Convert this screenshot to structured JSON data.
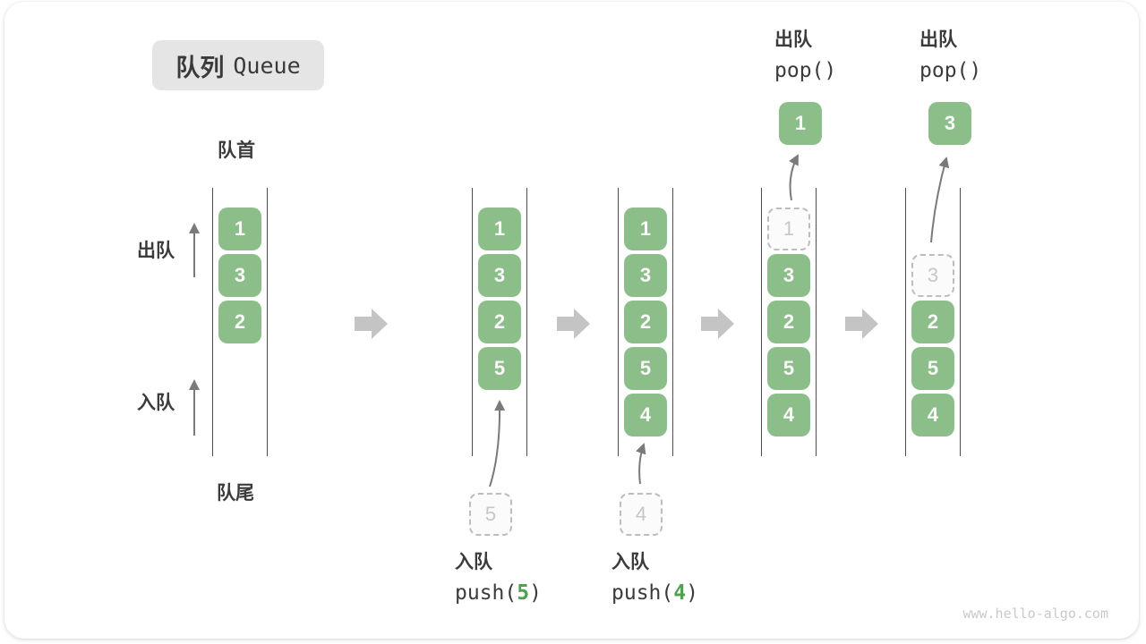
{
  "title": {
    "zh": "队列",
    "en": "Queue"
  },
  "labels": {
    "front": "队首",
    "rear": "队尾",
    "dequeue": "出队",
    "enqueue": "入队"
  },
  "watermark": "www.hello-algo.com",
  "colors": {
    "cell_green": "#8CBE8A",
    "arg_green": "#4FA04F",
    "block_arrow_gray": "#C4C4C4",
    "thin_arrow_gray": "#7A7A7A",
    "dashed_border_gray": "#BDBDBD",
    "text_dark": "#3B3B3B",
    "title_bg": "#E5E5E5",
    "watermark_gray": "#C9C9C9"
  },
  "states": [
    {
      "name": "initial",
      "cells": [
        {
          "slot": 1,
          "value": "1",
          "variant": "solid"
        },
        {
          "slot": 2,
          "value": "3",
          "variant": "solid"
        },
        {
          "slot": 3,
          "value": "2",
          "variant": "solid"
        }
      ]
    },
    {
      "name": "after-push-5",
      "cells": [
        {
          "slot": 1,
          "value": "1",
          "variant": "solid"
        },
        {
          "slot": 2,
          "value": "3",
          "variant": "solid"
        },
        {
          "slot": 3,
          "value": "2",
          "variant": "solid"
        },
        {
          "slot": 4,
          "value": "5",
          "variant": "solid"
        }
      ],
      "staging": {
        "value": "5"
      },
      "op": {
        "zh": "入队",
        "fn": "push(",
        "arg": "5",
        "close": ")"
      }
    },
    {
      "name": "after-push-4",
      "cells": [
        {
          "slot": 1,
          "value": "1",
          "variant": "solid"
        },
        {
          "slot": 2,
          "value": "3",
          "variant": "solid"
        },
        {
          "slot": 3,
          "value": "2",
          "variant": "solid"
        },
        {
          "slot": 4,
          "value": "5",
          "variant": "solid"
        },
        {
          "slot": 5,
          "value": "4",
          "variant": "solid"
        }
      ],
      "staging": {
        "value": "4"
      },
      "op": {
        "zh": "入队",
        "fn": "push(",
        "arg": "4",
        "close": ")"
      }
    },
    {
      "name": "after-pop-1",
      "cells": [
        {
          "slot": 1,
          "value": "1",
          "variant": "dashed"
        },
        {
          "slot": 2,
          "value": "3",
          "variant": "solid"
        },
        {
          "slot": 3,
          "value": "2",
          "variant": "solid"
        },
        {
          "slot": 4,
          "value": "5",
          "variant": "solid"
        },
        {
          "slot": 5,
          "value": "4",
          "variant": "solid"
        }
      ],
      "popped": {
        "value": "1"
      },
      "op": {
        "zh": "出队",
        "fn": "pop(",
        "arg": "",
        "close": ")"
      }
    },
    {
      "name": "after-pop-3",
      "cells": [
        {
          "slot": 2,
          "value": "3",
          "variant": "dashed"
        },
        {
          "slot": 3,
          "value": "2",
          "variant": "solid"
        },
        {
          "slot": 4,
          "value": "5",
          "variant": "solid"
        },
        {
          "slot": 5,
          "value": "4",
          "variant": "solid"
        }
      ],
      "popped": {
        "value": "3"
      },
      "op": {
        "zh": "出队",
        "fn": "pop(",
        "arg": "",
        "close": ")"
      }
    }
  ]
}
